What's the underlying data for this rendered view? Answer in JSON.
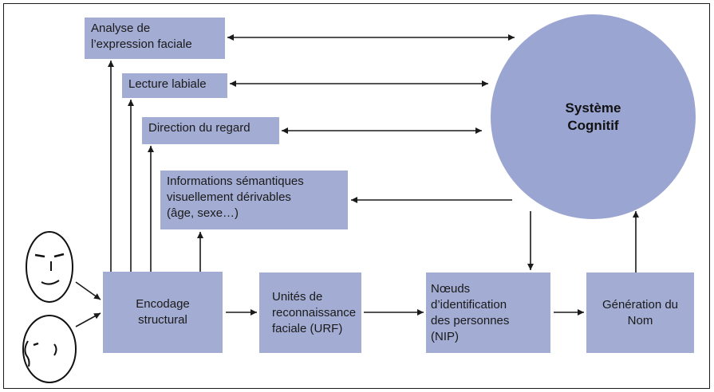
{
  "diagram": {
    "boxes": {
      "analyse": "Analyse de\nl’expression faciale",
      "lecture": "Lecture labiale",
      "direction": "Direction du regard",
      "semantic": "Informations sémantiques\nvisuellement dérivables\n(âge, sexe…)",
      "encodage": "Encodage\nstructural",
      "urf": "Unités de\nreconnaissance\nfaciale (URF)",
      "nip": "Nœuds\nd’identification\ndes personnes\n(NIP)",
      "nom": "Génération du\nNom"
    },
    "system": "Système\nCognitif"
  },
  "colors": {
    "box_fill": "#a3acd3",
    "circle_fill": "#9aa5d2",
    "line": "#1a1a1a"
  }
}
